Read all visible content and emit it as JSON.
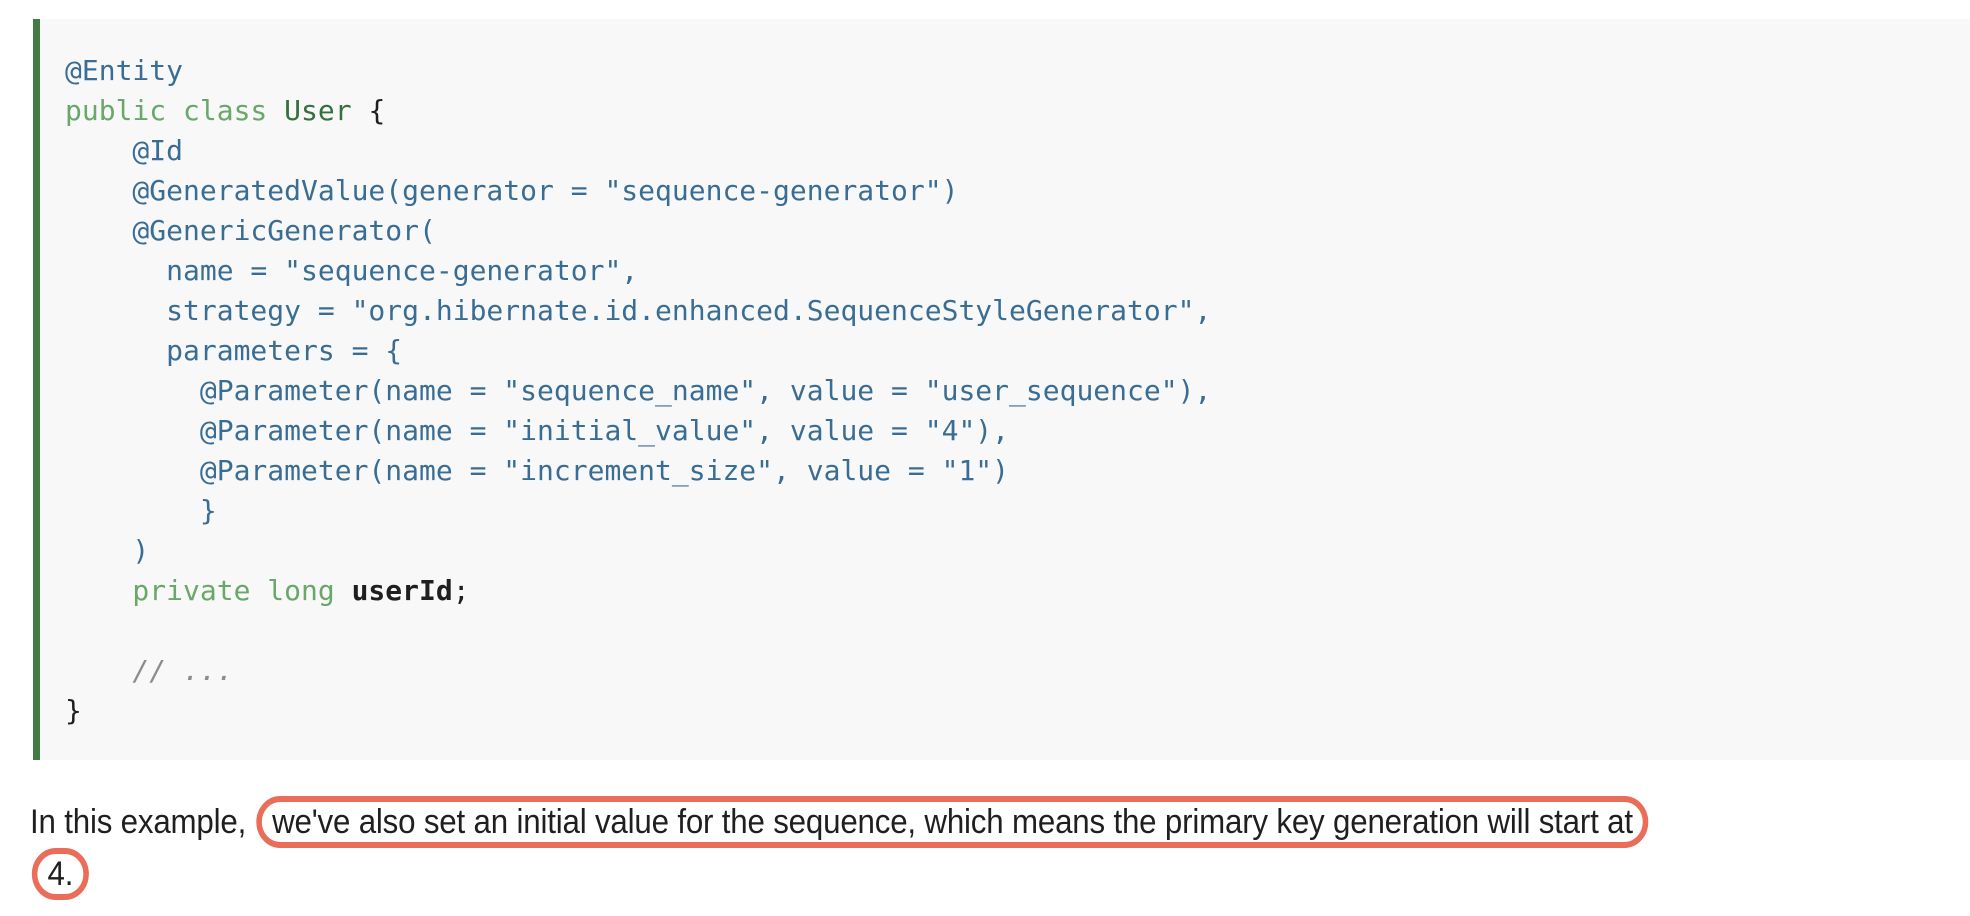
{
  "colors": {
    "annotation_blue": "#3a6d94",
    "keyword_green": "#6aa76a",
    "type_green": "#35713f",
    "text_dark": "#1f1f1f",
    "comment_gray": "#8c8c8c",
    "code_background": "#f8f8f8",
    "border_green": "#447a45",
    "annotation_red": "#e96d59"
  },
  "code_block": {
    "language": "java",
    "lines": [
      {
        "segments": [
          {
            "style": "ann",
            "text": "@Entity"
          }
        ]
      },
      {
        "segments": [
          {
            "style": "kw",
            "text": "public class "
          },
          {
            "style": "type",
            "text": "User"
          },
          {
            "style": "plain",
            "text": " {"
          }
        ]
      },
      {
        "segments": [
          {
            "style": "ann",
            "text": "    @Id"
          }
        ]
      },
      {
        "segments": [
          {
            "style": "ann",
            "text": "    @GeneratedValue(generator = \"sequence-generator\")"
          }
        ]
      },
      {
        "segments": [
          {
            "style": "ann",
            "text": "    @GenericGenerator("
          }
        ]
      },
      {
        "segments": [
          {
            "style": "ann",
            "text": "      name = \"sequence-generator\","
          }
        ]
      },
      {
        "segments": [
          {
            "style": "ann",
            "text": "      strategy = \"org.hibernate.id.enhanced.SequenceStyleGenerator\","
          }
        ]
      },
      {
        "segments": [
          {
            "style": "ann",
            "text": "      parameters = {"
          }
        ]
      },
      {
        "segments": [
          {
            "style": "ann",
            "text": "        @Parameter(name = \"sequence_name\", value = \"user_sequence\"),"
          }
        ]
      },
      {
        "segments": [
          {
            "style": "ann",
            "text": "        @Parameter(name = \"initial_value\", value = \"4\"),"
          }
        ]
      },
      {
        "segments": [
          {
            "style": "ann",
            "text": "        @Parameter(name = \"increment_size\", value = \"1\")"
          }
        ]
      },
      {
        "segments": [
          {
            "style": "ann",
            "text": "        }"
          }
        ]
      },
      {
        "segments": [
          {
            "style": "ann",
            "text": "    )"
          }
        ]
      },
      {
        "segments": [
          {
            "style": "kw",
            "text": "    private long "
          },
          {
            "style": "id",
            "text": "userId"
          },
          {
            "style": "plain",
            "text": ";"
          }
        ]
      },
      {
        "segments": []
      },
      {
        "segments": [
          {
            "style": "comment",
            "text": "    // ..."
          }
        ]
      },
      {
        "segments": [
          {
            "style": "plain",
            "text": "}"
          }
        ]
      }
    ]
  },
  "paragraph": {
    "intro": "In this example, ",
    "highlighted_phrase": "we've also set an initial value for the sequence, which means the primary key generation will start at",
    "highlighted_value": "4."
  }
}
